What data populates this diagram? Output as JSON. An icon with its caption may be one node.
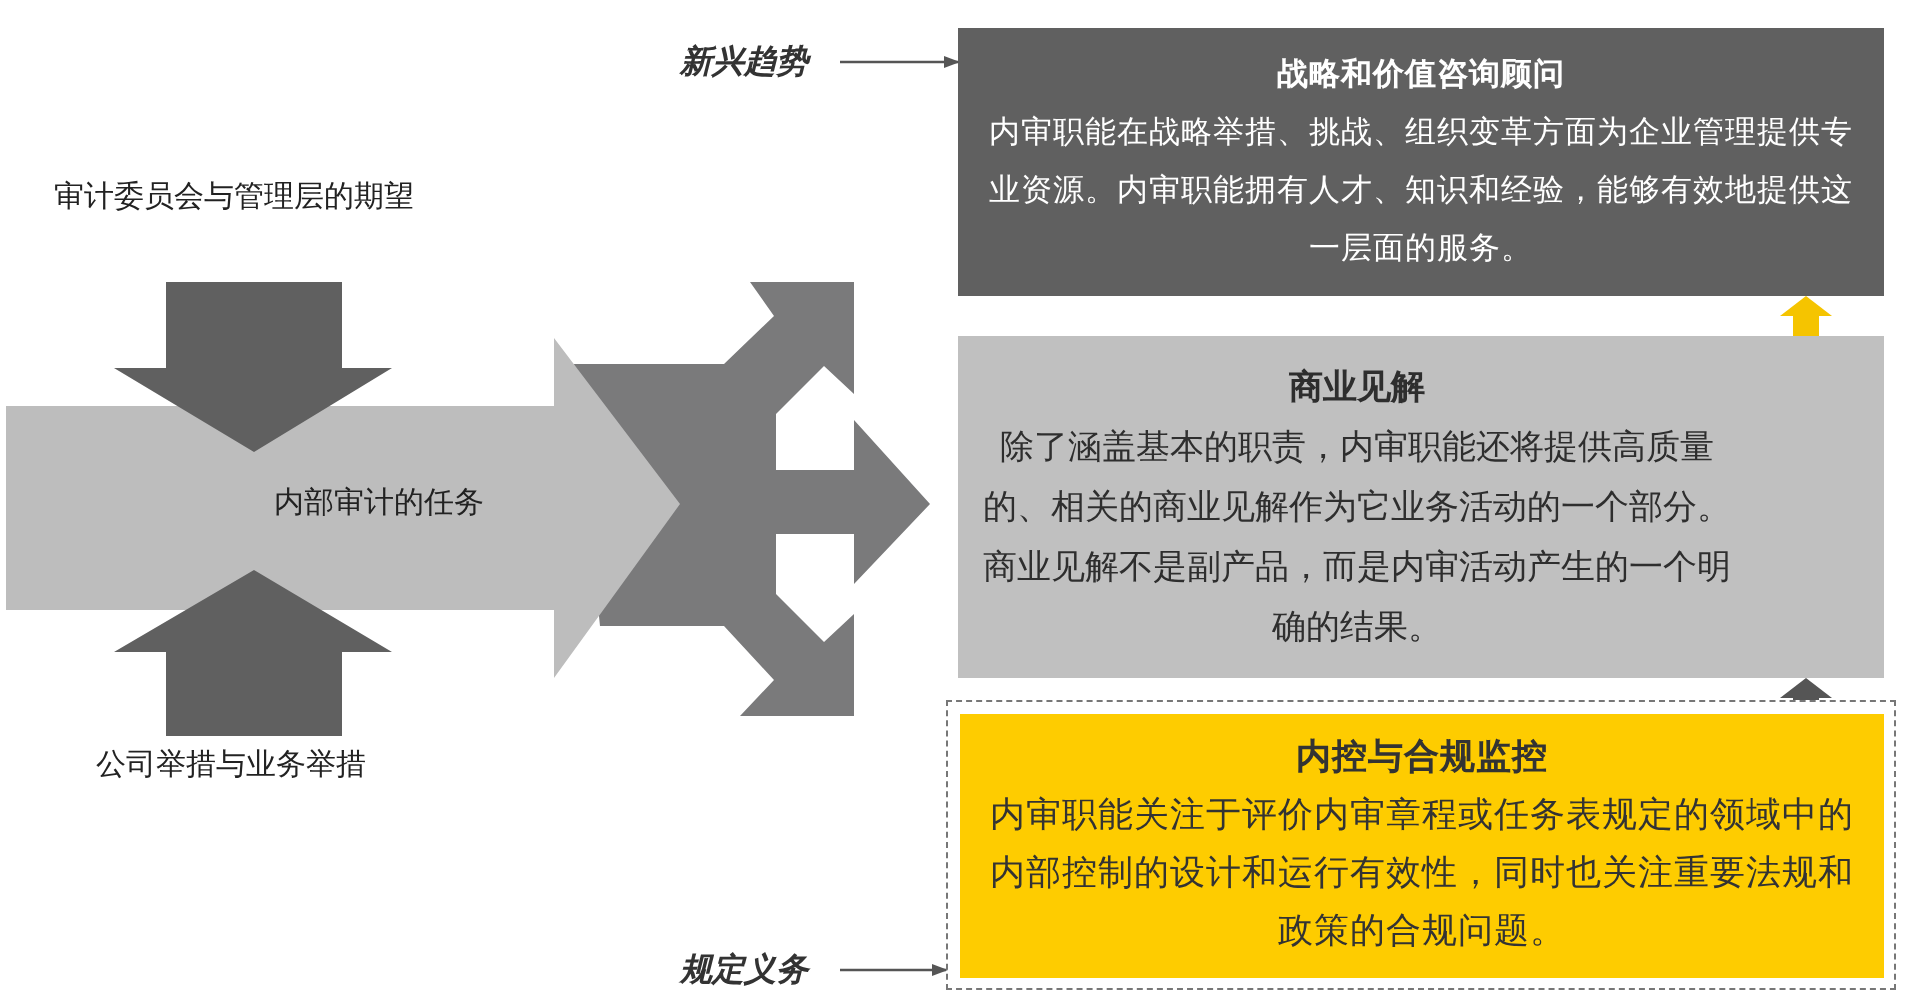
{
  "diagram": {
    "nodes": [
      {
        "text": [
          "战略和价值咨询顾问",
          "内审职能在战略举措、挑战、组织变革方面为企业管理提供专业资源。内审职能拥有人才、知识和经验，能够有效地提供这一层面的服务。"
        ]
      },
      {
        "text": [
          "商业见解",
          "除了涵盖基本的职责，内审职能还将提供高质量的、相关的商业见解作为它业务活动的一个部分。商业见解不是副产品，而是内审活动产生的一个明确的结果。"
        ]
      },
      {
        "text": [],
        "shape": "box"
      },
      {
        "text": [
          "内控与合规监控",
          "内审职能关注于评价内审章程或任务表规定的领域中的内部控制的设计和运行有效性，同时也关注重要法规和政策的合规问题。"
        ],
        "in": 2
      },
      {
        "text": [
          "新兴趋势"
        ]
      },
      {
        "text": [
          "规定义务"
        ]
      }
    ],
    "edges": [
      {
        "from": 4,
        "to": 0,
        "arrow": "to"
      },
      {
        "from": 5,
        "to": 2,
        "arrow": "to"
      },
      {
        "from": 1,
        "to": 0,
        "arrow": "to",
        "style": "thick",
        "color": "#f5c400"
      },
      {
        "from": 2,
        "to": 1,
        "arrow": "to",
        "style": "thick"
      }
    ],
    "labels": [
      "审计委员会与管理层的期望",
      "内部审计的任务",
      "公司举措与业务举措"
    ]
  }
}
